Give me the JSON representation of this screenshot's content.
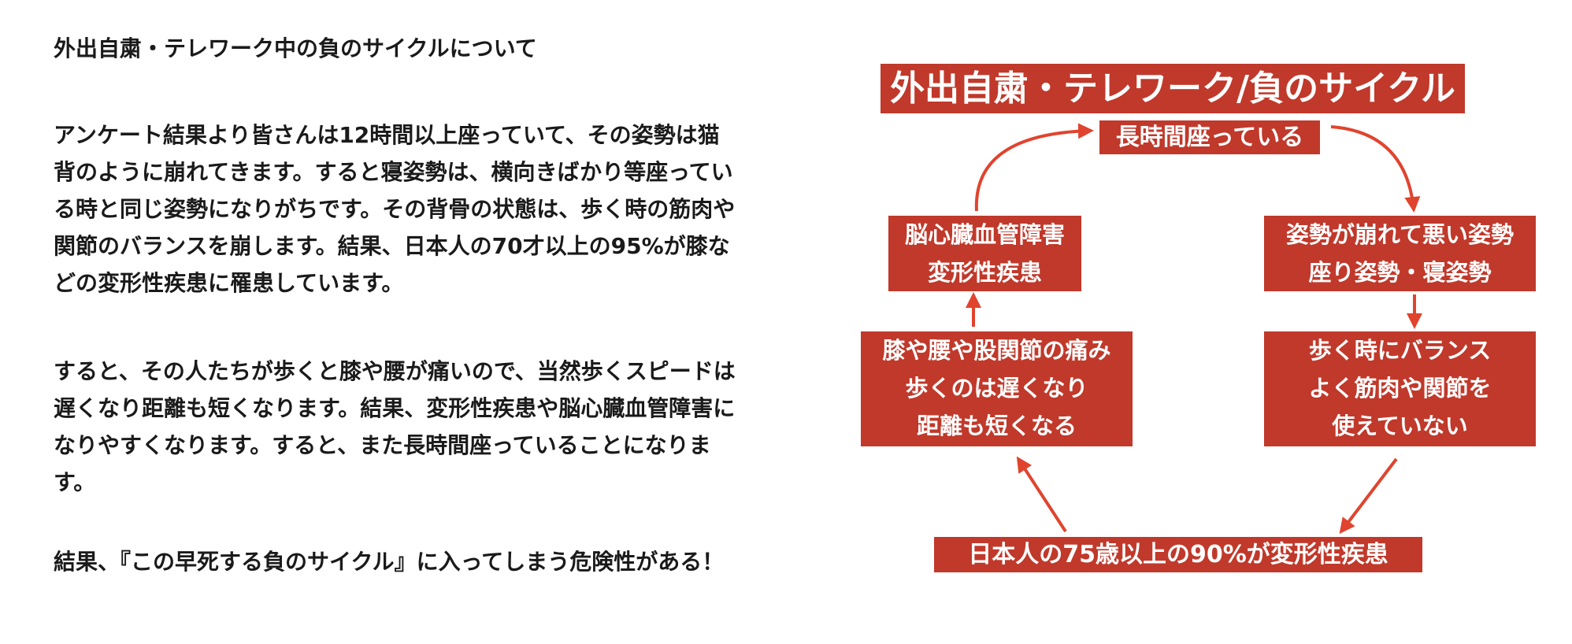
{
  "text": {
    "heading": "外出自粛・テレワーク中の負のサイクルについて",
    "paragraph1": [
      "アンケート結果より皆さんは12時間以上座っていて、その姿勢は猫",
      "背のように崩れてきます。すると寝姿勢は、横向きばかり等座ってい",
      "る時と同じ姿勢になりがちです。その背骨の状態は、歩く時の筋肉や",
      "関節のバランスを崩します。結果、日本人の70才以上の95%が膝な",
      "どの変形性疾患に罹患しています。"
    ],
    "paragraph2": [
      "すると、その人たちが歩くと膝や腰が痛いので、当然歩くスピードは",
      "遅くなり距離も短くなります。結果、変形性疾患や脳心臓血管障害に",
      "なりやすくなります。すると、また長時間座っていることになりま",
      "す。"
    ],
    "paragraph3": "結果、『この早死する負のサイクル』に入ってしまう危険性がある！"
  },
  "diagram": {
    "title": "外出自粛・テレワーク/負のサイクル",
    "nodes": {
      "top": [
        "長時間座っている"
      ],
      "right_top": [
        "姿勢が崩れて悪い姿勢",
        "座り姿勢・寝姿勢"
      ],
      "right_bottom": [
        "歩く時にバランス",
        "よく筋肉や関節を",
        "使えていない"
      ],
      "bottom": [
        "日本人の75歳以上の90%が変形性疾患"
      ],
      "left_bottom": [
        "膝や腰や股関節の痛み",
        "歩くのは遅くなり",
        "距離も短くなる"
      ],
      "left_top": [
        "脳心臓血管障害",
        "変形性疾患"
      ]
    },
    "colors": {
      "box": "#c0392b",
      "arrow": "#e0442e",
      "text": "#ffffff"
    }
  }
}
